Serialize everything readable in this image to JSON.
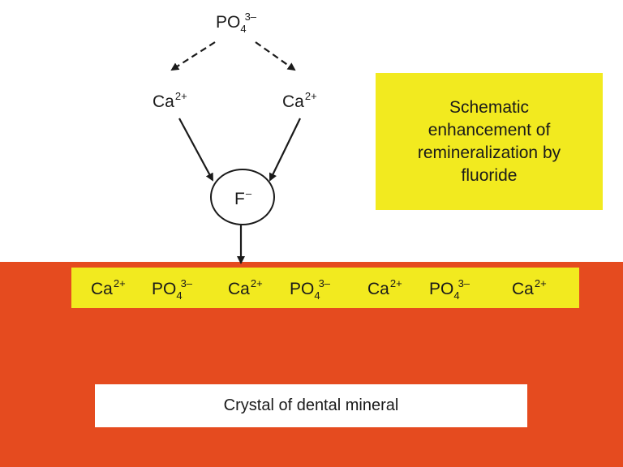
{
  "top_ions": {
    "phosphate": {
      "base": "PO",
      "sub": "4",
      "sup": "3–"
    },
    "calcium_left": {
      "base": "Ca",
      "sup": "2+"
    },
    "calcium_right": {
      "base": "Ca",
      "sup": "2+"
    },
    "fluoride": {
      "base": "F",
      "sup": "–"
    }
  },
  "title_box": {
    "text": "Schematic enhancement of remineralization by fluoride"
  },
  "surface_ions": [
    {
      "base": "Ca",
      "sub": "",
      "sup": "2+"
    },
    {
      "base": "PO",
      "sub": "4",
      "sup": "3–"
    },
    {
      "base": "Ca",
      "sub": "",
      "sup": "2+"
    },
    {
      "base": "PO",
      "sub": "4",
      "sup": "3–"
    },
    {
      "base": "Ca",
      "sub": "",
      "sup": "2+"
    },
    {
      "base": "PO",
      "sub": "4",
      "sup": "3–"
    },
    {
      "base": "Ca",
      "sub": "",
      "sup": "2+"
    }
  ],
  "mineral_box": {
    "label": "Crystal of dental mineral"
  },
  "colors": {
    "crystal": "#e54b1f",
    "highlight": "#f2ea1f",
    "ink": "#1a1a1a"
  }
}
